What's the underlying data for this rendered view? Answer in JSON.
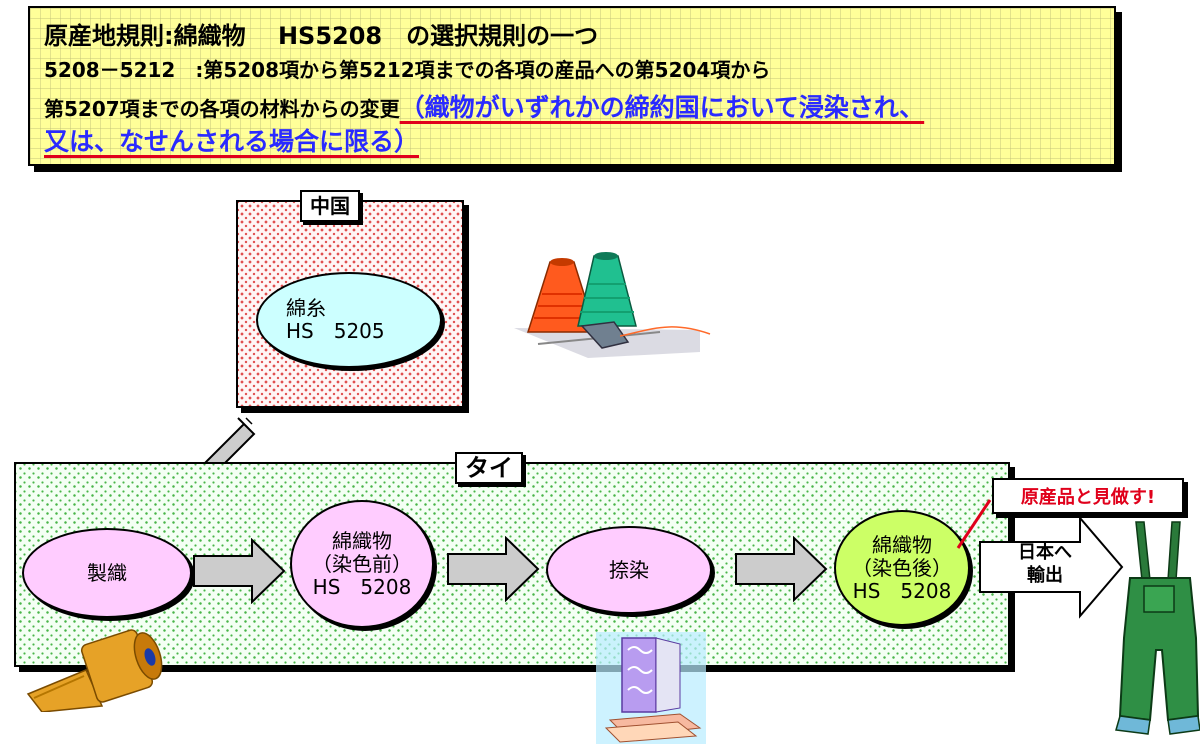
{
  "rule": {
    "title": "原産地規則:綿織物　 HS5208　の選択規則の一つ",
    "line2": "5208－5212　:第5208項から第5212項までの各項の産品への第5204項から",
    "line3_plain": "第5207項までの各項の材料からの変更",
    "line3_condition": "（織物がいずれかの締約国において浸染され、",
    "line4_condition": "又は、なせんされる場合に限る）"
  },
  "china": {
    "label": "中国",
    "yarn_name": "綿糸",
    "yarn_hs": "HS　5205"
  },
  "thai": {
    "label": "タイ",
    "weaving": "製織",
    "fabric_before_name": "綿織物",
    "fabric_before_state": "（染色前）",
    "fabric_before_hs": "HS　5208",
    "dyeing": "捺染",
    "fabric_after_name": "綿織物",
    "fabric_after_state": "（染色後）",
    "fabric_after_hs": "HS　5208"
  },
  "export": {
    "line1": "日本へ",
    "line2": "輸出"
  },
  "origin_status": "原産品と見做す!",
  "colors": {
    "header_bg": "#ffff99",
    "condition_text": "#2a2aff",
    "underline": "#e0001b",
    "process_ellipse": "#ffccff",
    "yarn_ellipse": "#ccffff",
    "final_ellipse": "#ccff66",
    "origin_text": "#e0001b"
  },
  "clipart": [
    "thread-spools-icon",
    "fabric-roll-icon",
    "printed-fabric-icon",
    "overalls-icon"
  ]
}
